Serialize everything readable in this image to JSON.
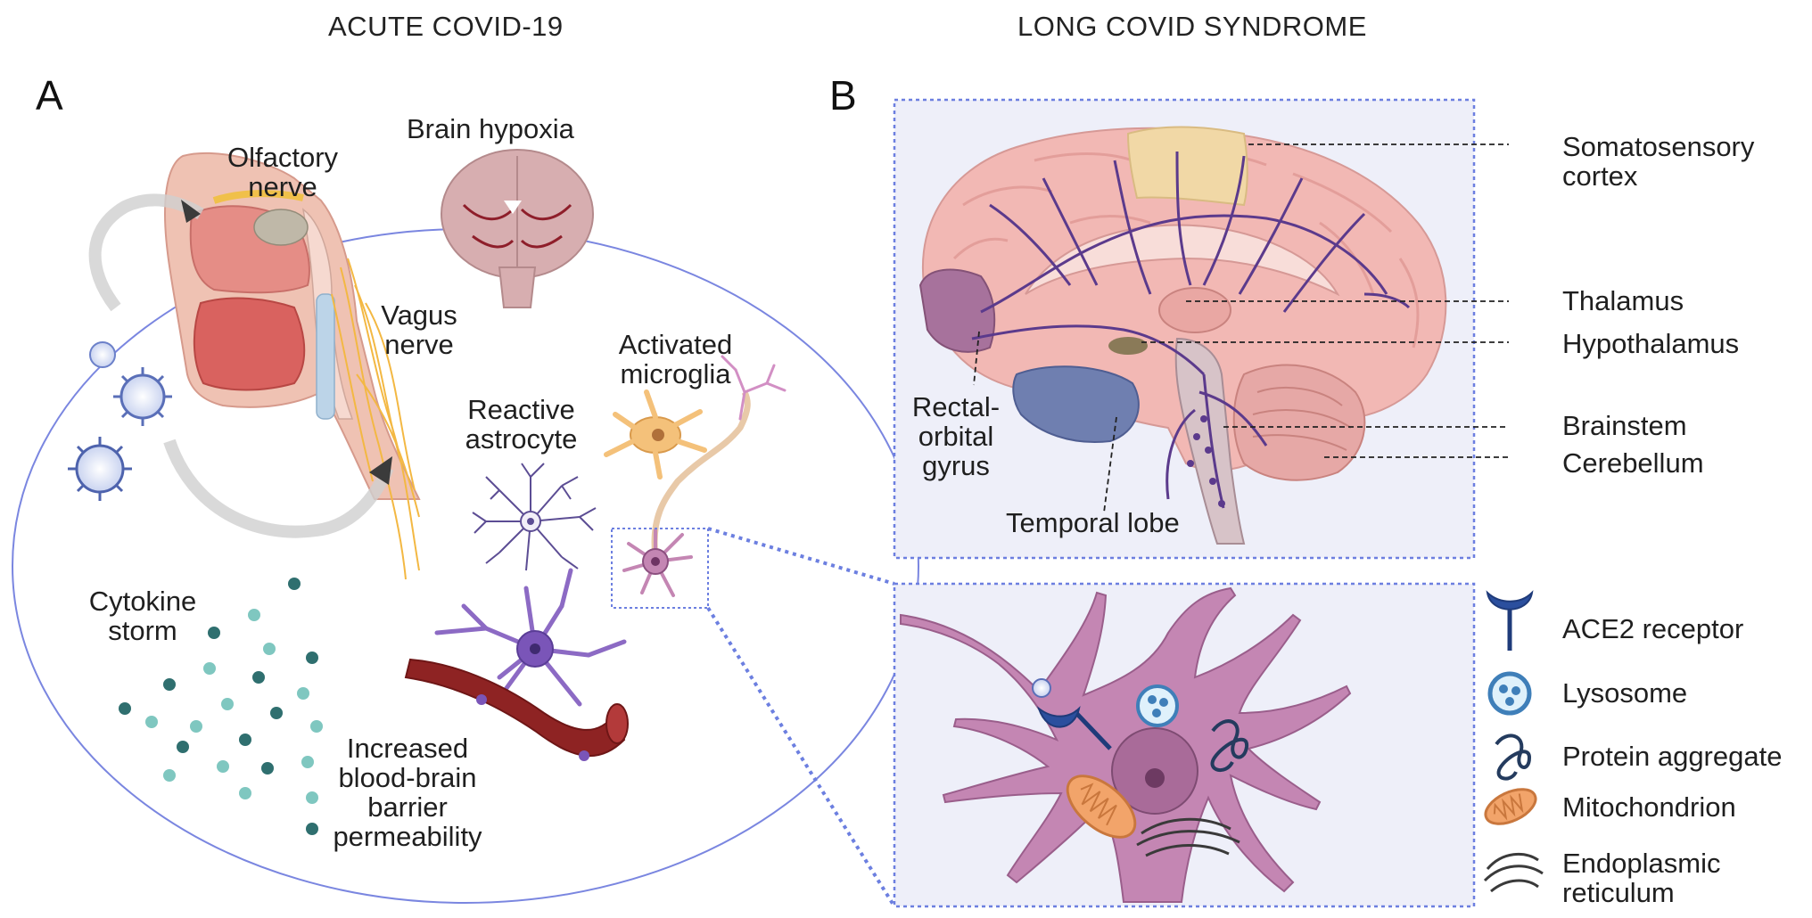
{
  "headers": {
    "left": "ACUTE COVID-19",
    "right": "LONG COVID SYNDROME"
  },
  "panels": {
    "a": "A",
    "b": "B"
  },
  "panel_a": {
    "olfactory_nerve": [
      "Olfactory",
      "nerve"
    ],
    "brain_hypoxia": "Brain hypoxia",
    "vagus_nerve": [
      "Vagus",
      "nerve"
    ],
    "activated_microglia": [
      "Activated",
      "microglia"
    ],
    "reactive_astrocyte": [
      "Reactive",
      "astrocyte"
    ],
    "cytokine_storm": [
      "Cytokine",
      "storm"
    ],
    "bbb": [
      "Increased",
      "blood-brain",
      "barrier",
      "permeability"
    ]
  },
  "panel_b": {
    "regions": {
      "somatosensory": [
        "Somatosensory",
        "cortex"
      ],
      "thalamus": "Thalamus",
      "hypothalamus": "Hypothalamus",
      "brainstem": "Brainstem",
      "cerebellum": "Cerebellum",
      "rectal_orbital": [
        "Rectal-",
        "orbital",
        "gyrus"
      ],
      "temporal_lobe": "Temporal lobe"
    },
    "legend": [
      {
        "icon": "ace2-receptor-icon",
        "label": "ACE2 receptor"
      },
      {
        "icon": "lysosome-icon",
        "label": "Lysosome"
      },
      {
        "icon": "protein-aggregate-icon",
        "label": "Protein aggregate"
      },
      {
        "icon": "mitochondrion-icon",
        "label": "Mitochondrion"
      },
      {
        "icon": "endoplasmic-reticulum-icon",
        "label": [
          "Endoplasmic",
          "reticulum"
        ]
      }
    ]
  },
  "colors": {
    "frame_blue": "#6c7fe0",
    "brain_pink": "#f2b8b4",
    "brain_fold": "#e39e9a",
    "nerve_purple": "#5b3a8c",
    "cell_purple": "#c486b3",
    "cerebellum_blue": "#6f7fb0",
    "cytokine_dark": "#2f6f6f",
    "cytokine_light": "#7fc7c0",
    "vessel_red": "#8e2323",
    "somatosensory_tan": "#f1d8a6",
    "nerve_yellow": "#f0b93a"
  }
}
